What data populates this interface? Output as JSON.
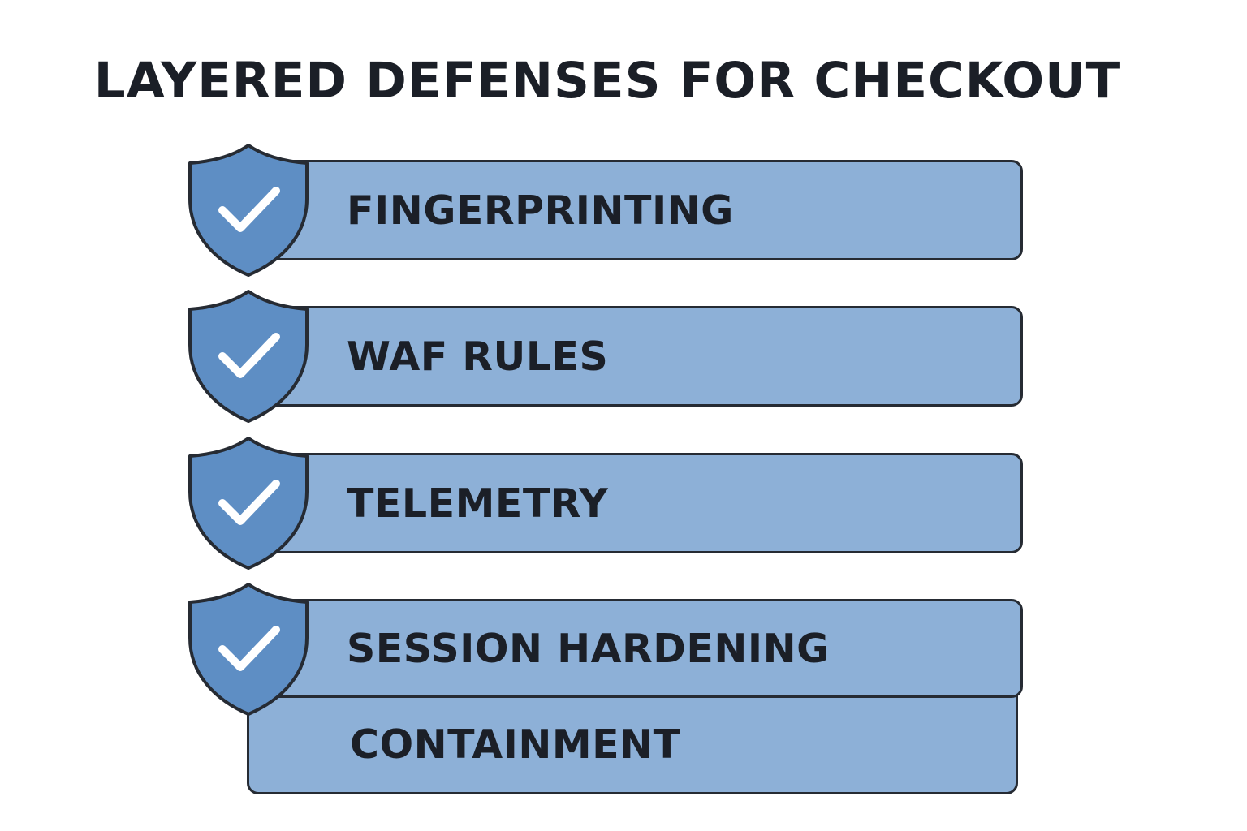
{
  "title": "LAYERED DEFENSES FOR CHECKOUT",
  "colors": {
    "bar_fill": "#8db0d7",
    "shield_fill": "#5e8ec4",
    "outline": "#262b33",
    "check": "#ffffff"
  },
  "layers": [
    {
      "label": "FINGERPRINTING",
      "icon": "shield-check-icon"
    },
    {
      "label": "WAF RULES",
      "icon": "shield-check-icon"
    },
    {
      "label": "TELEMETRY",
      "icon": "shield-check-icon"
    },
    {
      "label": "SESSION HARDENING",
      "icon": "shield-check-icon"
    },
    {
      "label": "CONTAINMENT",
      "icon": ""
    }
  ]
}
